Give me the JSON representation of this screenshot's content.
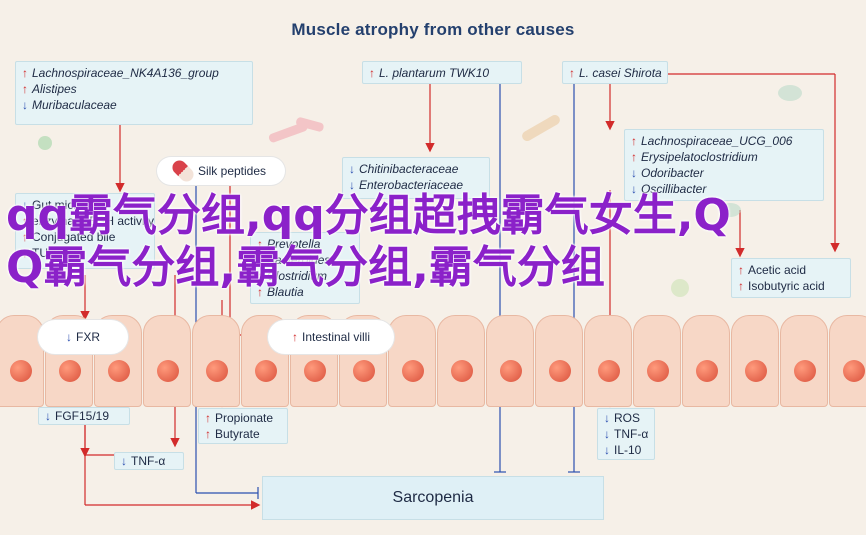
{
  "title": "Muscle atrophy from other causes",
  "box_left_top": [
    {
      "dir": "up",
      "text": "Lachnospiraceae_NK4A136_group"
    },
    {
      "dir": "up",
      "text": "Alistipes"
    },
    {
      "dir": "down",
      "text": "Muribaculaceae"
    }
  ],
  "box_plantarum": {
    "dir": "up",
    "text": "L. plantarum TWK10"
  },
  "box_casei": {
    "dir": "up",
    "text": "L. casei Shirota"
  },
  "pill_silk": "Silk peptides",
  "box_citro": [
    {
      "dir": "down",
      "text": "Chitinibacteraceae"
    },
    {
      "dir": "down",
      "text": "Enterobacteriaceae"
    }
  ],
  "box_prevot": [
    {
      "dir": "up",
      "text": "Prevotella"
    },
    {
      "dir": "up",
      "text": "Bacteroides"
    },
    {
      "dir": "up",
      "text": "Clostridium"
    },
    {
      "dir": "up",
      "text": "Blautia"
    }
  ],
  "box_left_mid": [
    {
      "dir": "down",
      "text": "Gut microbial"
    },
    {
      "dir": "up",
      "text": "enzymatic BSH activity"
    },
    {
      "dir": "up",
      "text": "Conjugated bile"
    },
    {
      "dir": "up",
      "text": "TUDCA"
    }
  ],
  "box_right_top": [
    {
      "dir": "up",
      "text": "Lachnospiraceae_UCG_006"
    },
    {
      "dir": "up",
      "text": "Erysipelatoclostridium"
    },
    {
      "dir": "down",
      "text": "Odoribacter"
    },
    {
      "dir": "down",
      "text": "Oscillibacter"
    }
  ],
  "box_acids": [
    {
      "dir": "up",
      "text": "Acetic acid"
    },
    {
      "dir": "up",
      "text": "Isobutyric acid"
    }
  ],
  "pill_fxr": {
    "dir": "down",
    "text": "FXR"
  },
  "pill_villi": {
    "dir": "up",
    "text": "Intestinal villi"
  },
  "label_fgf": {
    "dir": "down",
    "text": "FGF15/19"
  },
  "label_tnf_left": {
    "dir": "down",
    "text": "TNF-α"
  },
  "labels_scfa": [
    {
      "dir": "up",
      "text": "Propionate"
    },
    {
      "dir": "up",
      "text": "Butyrate"
    }
  ],
  "labels_ros": [
    {
      "dir": "down",
      "text": "ROS"
    },
    {
      "dir": "down",
      "text": "TNF-α"
    },
    {
      "dir": "down",
      "text": "IL-10"
    }
  ],
  "sarcopenia": "Sarcopenia",
  "overlay_text": "qq霸气分组,qq分组超拽霸气女生,QQ霸气分组,霸气分组,霸气分组",
  "colors": {
    "up": "#d22b2b",
    "down": "#2b4fb0",
    "overlay": "#8b21c9",
    "box": "#e6f3f6"
  }
}
